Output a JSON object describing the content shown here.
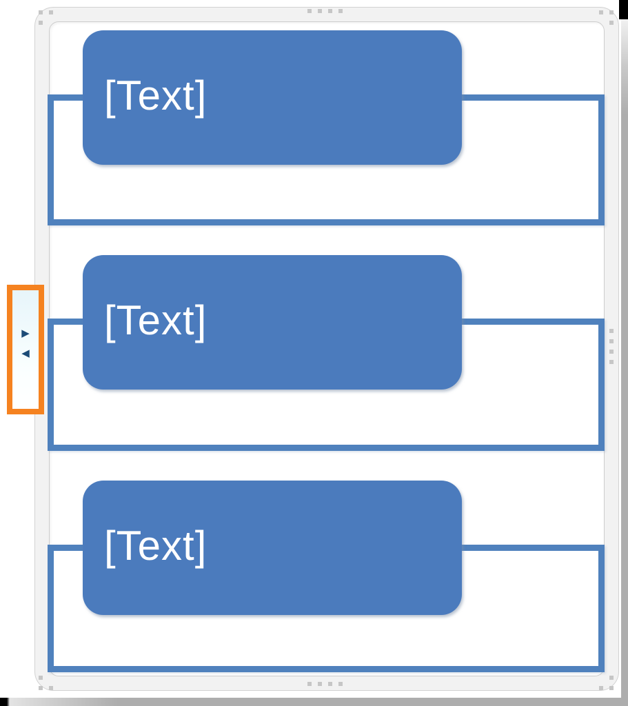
{
  "diagram": {
    "type": "smartart-vertical-list",
    "nodes": [
      {
        "label": "[Text]"
      },
      {
        "label": "[Text]"
      },
      {
        "label": "[Text]"
      }
    ]
  },
  "text_pane_toggle": {
    "expand_icon": "▶",
    "collapse_icon": "◀"
  },
  "colors": {
    "accent": "#4b7bbd",
    "accent-line": "#4f81bd",
    "node-text": "#ffffff",
    "highlight": "#f58220",
    "arrow": "#1c4b77",
    "frame-bg": "#f2f2f2",
    "frame-border": "#d2d2d2",
    "edge-gray": "#adadad"
  }
}
